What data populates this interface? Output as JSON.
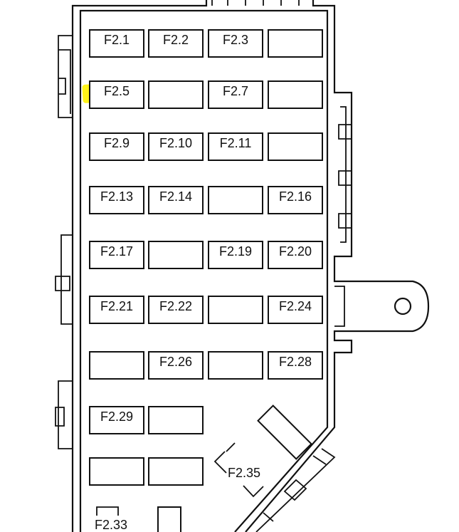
{
  "fuse_panel": {
    "fuses": [
      {
        "label": "F2.1"
      },
      {
        "label": "F2.2"
      },
      {
        "label": "F2.3"
      },
      {
        "label": ""
      },
      {
        "label": "F2.5",
        "highlighted": true
      },
      {
        "label": ""
      },
      {
        "label": "F2.7"
      },
      {
        "label": ""
      },
      {
        "label": "F2.9"
      },
      {
        "label": "F2.10"
      },
      {
        "label": "F2.11"
      },
      {
        "label": ""
      },
      {
        "label": "F2.13"
      },
      {
        "label": "F2.14"
      },
      {
        "label": ""
      },
      {
        "label": "F2.16"
      },
      {
        "label": "F2.17"
      },
      {
        "label": ""
      },
      {
        "label": "F2.19"
      },
      {
        "label": "F2.20"
      },
      {
        "label": "F2.21"
      },
      {
        "label": "F2.22"
      },
      {
        "label": ""
      },
      {
        "label": "F2.24"
      },
      {
        "label": ""
      },
      {
        "label": "F2.26"
      },
      {
        "label": ""
      },
      {
        "label": "F2.28"
      },
      {
        "label": "F2.29"
      },
      {
        "label": ""
      },
      {
        "label": ""
      },
      {
        "label": ""
      }
    ],
    "relay_label": "F2.35",
    "bottom_label": "F2.33",
    "highlight_color": "#fff200"
  }
}
